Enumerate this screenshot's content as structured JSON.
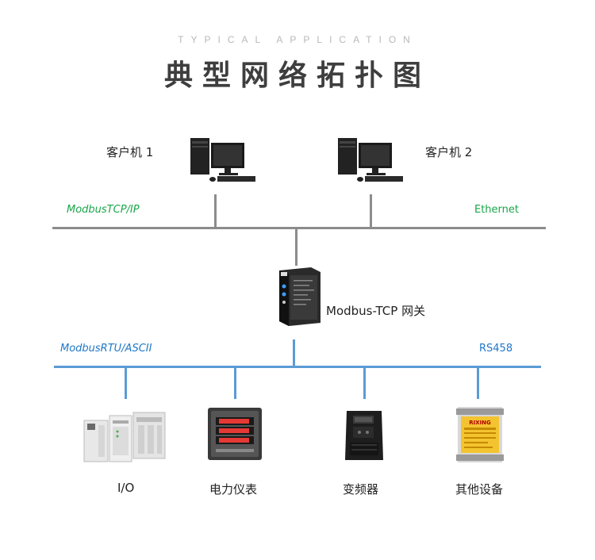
{
  "header": {
    "subtitle": "TYPICAL APPLICATION",
    "title": "典型网络拓扑图"
  },
  "top_network": {
    "client1_label": "客户机 1",
    "client2_label": "客户机 2",
    "left_protocol": "ModbusTCP/IP",
    "right_protocol": "Ethernet",
    "color": "#1aa64a"
  },
  "gateway": {
    "label": "Modbus-TCP 网关"
  },
  "bottom_network": {
    "left_protocol": "ModbusRTU/ASCII",
    "right_protocol": "RS458",
    "color": "#1f78c8"
  },
  "devices": [
    {
      "label": "I/O",
      "icon": "io-module-icon"
    },
    {
      "label": "电力仪表",
      "icon": "power-meter-icon"
    },
    {
      "label": "变频器",
      "icon": "inverter-icon"
    },
    {
      "label": "其他设备",
      "icon": "relay-module-icon"
    }
  ],
  "device_text": {
    "relay_brand": "RIXING"
  },
  "colors": {
    "ethernet_bus": "#8c8c8c",
    "serial_bus": "#5b9bd5",
    "title": "#3e3e3e"
  }
}
